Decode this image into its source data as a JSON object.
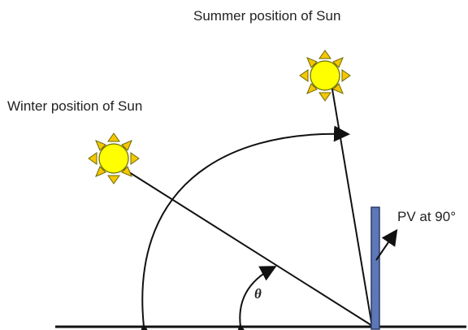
{
  "labels": {
    "summer": "Summer position of Sun",
    "winter": "Winter position of Sun",
    "pv": "PV at 90°",
    "theta": "θ"
  },
  "colors": {
    "sun_fill": "#ffff00",
    "sun_ray": "#f6c600",
    "sun_outline": "#6b6b00",
    "pv_panel": "#5d78b6",
    "pv_outline": "#2a3a6a",
    "line": "#111111"
  },
  "icons": {
    "winter_sun": "sun-icon",
    "summer_sun": "sun-icon"
  }
}
